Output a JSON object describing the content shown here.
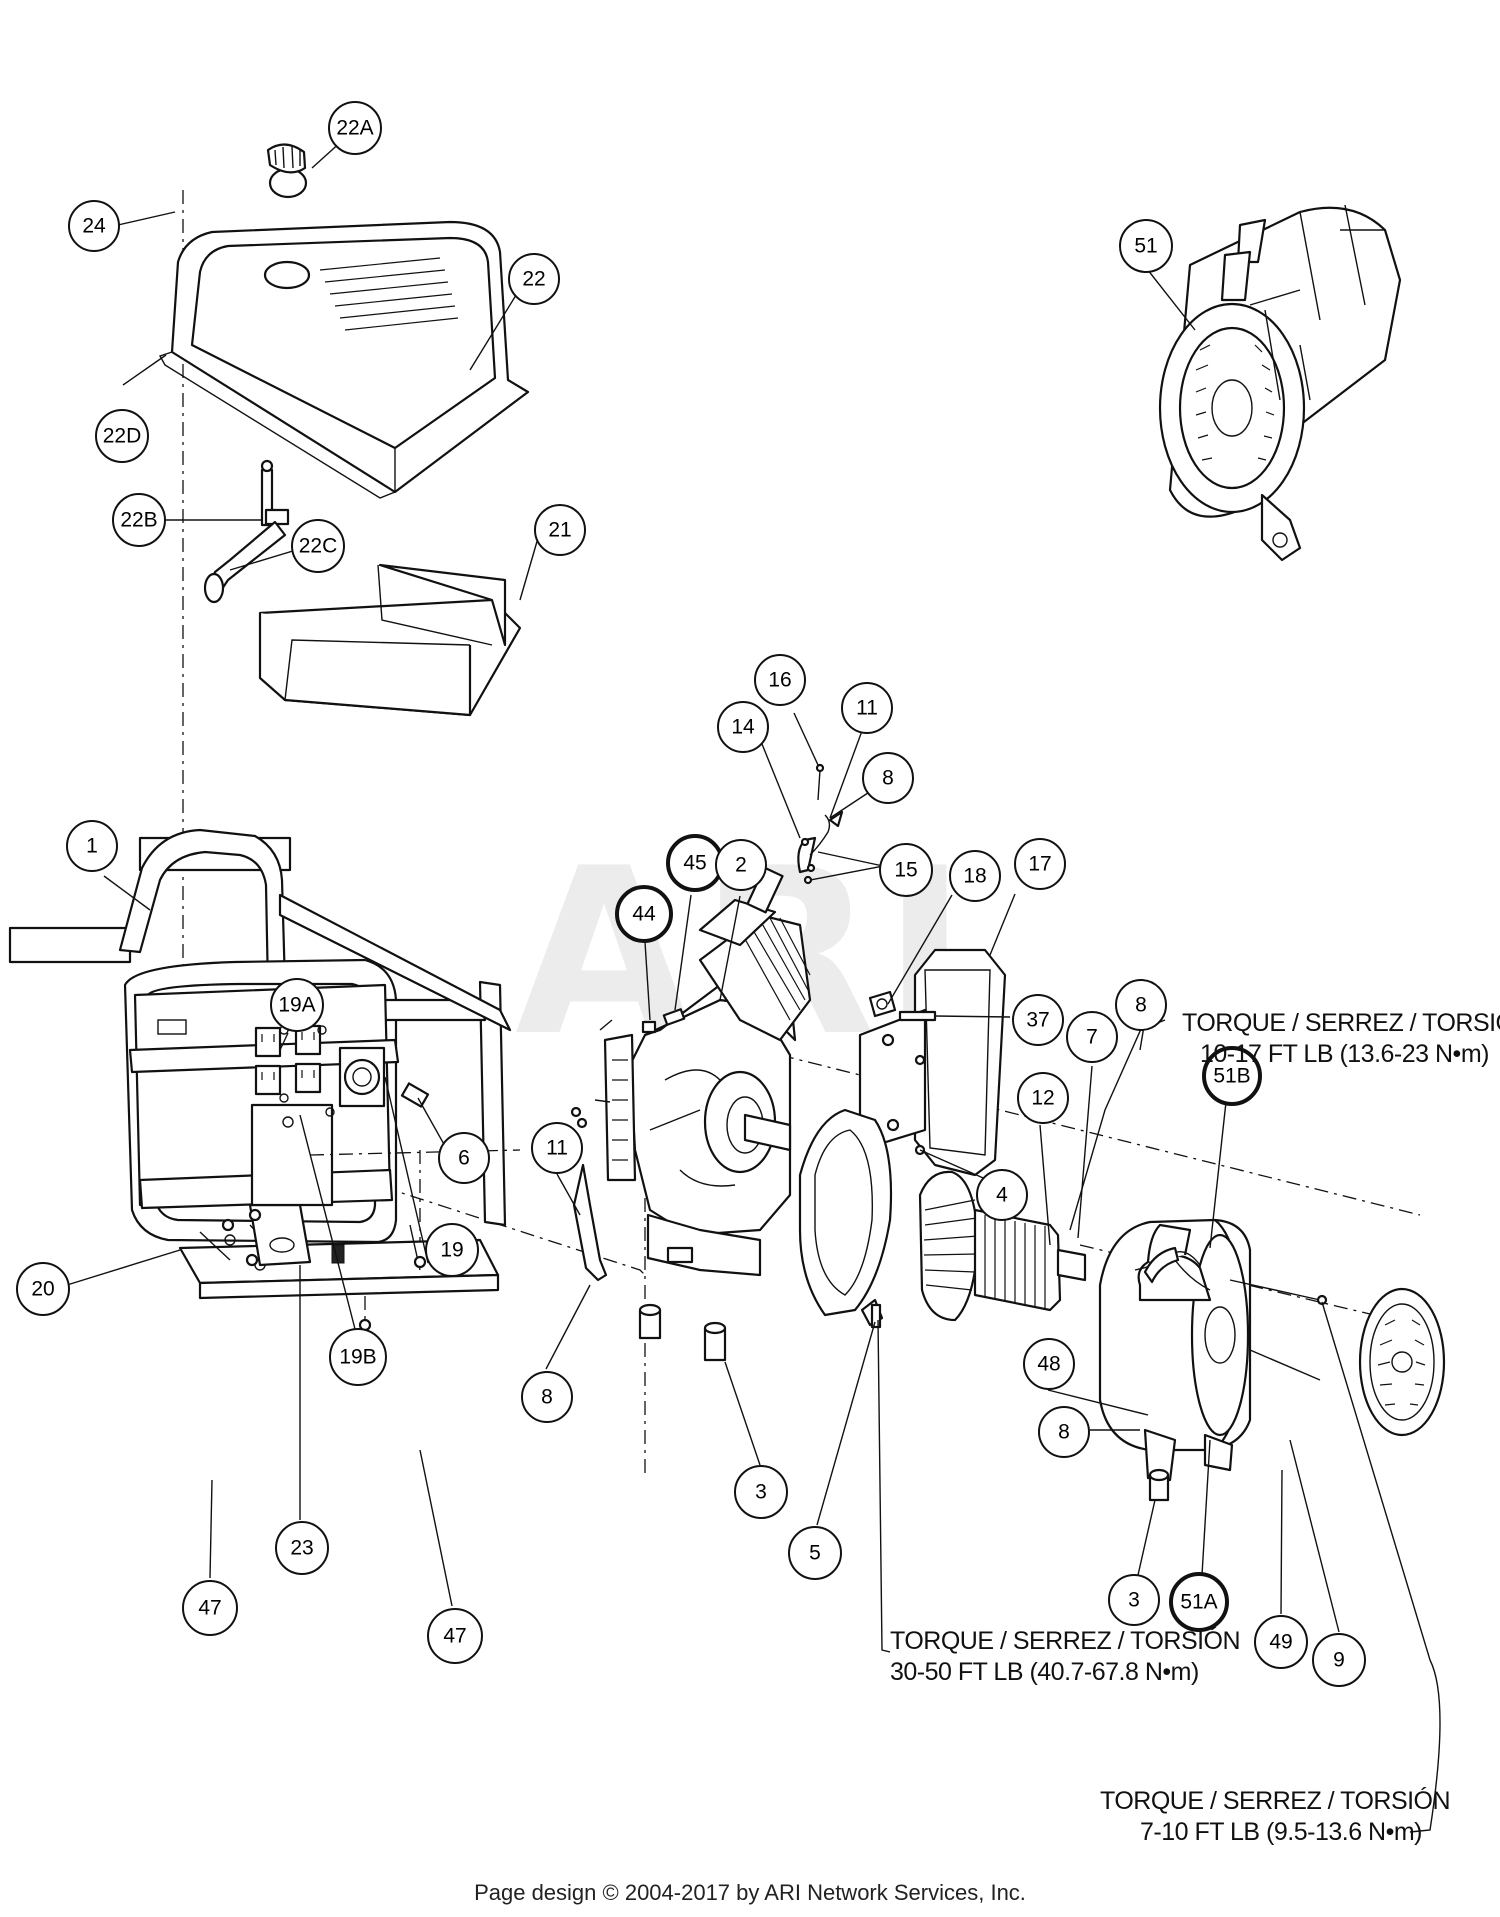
{
  "watermark": "ARI",
  "callouts": [
    {
      "id": "22A",
      "text": "22A"
    },
    {
      "id": "24",
      "text": "24"
    },
    {
      "id": "22",
      "text": "22"
    },
    {
      "id": "22D",
      "text": "22D"
    },
    {
      "id": "22B",
      "text": "22B"
    },
    {
      "id": "22C",
      "text": "22C"
    },
    {
      "id": "21",
      "text": "21"
    },
    {
      "id": "51",
      "text": "51"
    },
    {
      "id": "16",
      "text": "16"
    },
    {
      "id": "14",
      "text": "14"
    },
    {
      "id": "11a",
      "text": "11"
    },
    {
      "id": "8a",
      "text": "8"
    },
    {
      "id": "15",
      "text": "15"
    },
    {
      "id": "1",
      "text": "1"
    },
    {
      "id": "45",
      "text": "45",
      "bold": true
    },
    {
      "id": "2",
      "text": "2"
    },
    {
      "id": "44",
      "text": "44",
      "bold": true
    },
    {
      "id": "18",
      "text": "18"
    },
    {
      "id": "17",
      "text": "17"
    },
    {
      "id": "37",
      "text": "37"
    },
    {
      "id": "8b",
      "text": "8"
    },
    {
      "id": "7",
      "text": "7"
    },
    {
      "id": "19A",
      "text": "19A"
    },
    {
      "id": "6",
      "text": "6"
    },
    {
      "id": "12",
      "text": "12"
    },
    {
      "id": "11b",
      "text": "11"
    },
    {
      "id": "4",
      "text": "4"
    },
    {
      "id": "51B",
      "text": "51B",
      "bold": true
    },
    {
      "id": "19",
      "text": "19"
    },
    {
      "id": "20",
      "text": "20"
    },
    {
      "id": "8c",
      "text": "8"
    },
    {
      "id": "19B",
      "text": "19B"
    },
    {
      "id": "48",
      "text": "48"
    },
    {
      "id": "3a",
      "text": "3"
    },
    {
      "id": "8d",
      "text": "8"
    },
    {
      "id": "5",
      "text": "5"
    },
    {
      "id": "23",
      "text": "23"
    },
    {
      "id": "47a",
      "text": "47"
    },
    {
      "id": "47b",
      "text": "47"
    },
    {
      "id": "3b",
      "text": "3"
    },
    {
      "id": "51A",
      "text": "51A",
      "bold": true
    },
    {
      "id": "49",
      "text": "49"
    },
    {
      "id": "9",
      "text": "9"
    }
  ],
  "torque_notes": [
    {
      "line1": "TORQUE / SERREZ / TORSIÓN",
      "line2": "10-17 FT LB (13.6-23 N•m)"
    },
    {
      "line1": "TORQUE / SERREZ / TORSIÓN",
      "line2": "30-50 FT LB (40.7-67.8 N•m)"
    },
    {
      "line1": "TORQUE / SERREZ / TORSIÓN",
      "line2": "7-10 FT LB (9.5-13.6 N•m)"
    }
  ],
  "footer": "Page design © 2004-2017 by ARI Network Services, Inc."
}
